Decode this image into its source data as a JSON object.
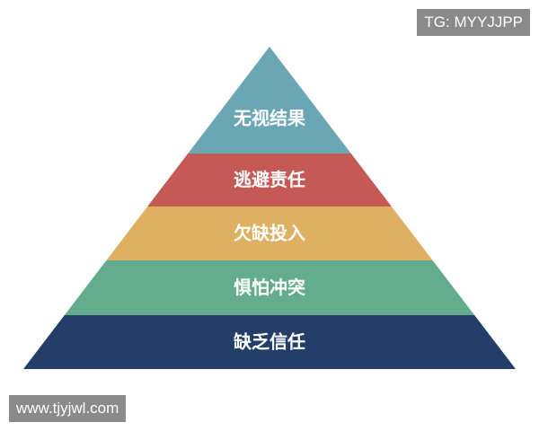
{
  "pyramid": {
    "tiers": [
      {
        "label": "无视结果",
        "color": "#6aa6b3"
      },
      {
        "label": "逃避责任",
        "color": "#c45955"
      },
      {
        "label": "欠缺投入",
        "color": "#deb062"
      },
      {
        "label": "惧怕冲突",
        "color": "#63ad8e"
      },
      {
        "label": "缺乏信任",
        "color": "#233f69"
      }
    ]
  },
  "watermarks": {
    "top": "TG: MYYJJPP",
    "bottom": "www.tjyjwl.com"
  }
}
